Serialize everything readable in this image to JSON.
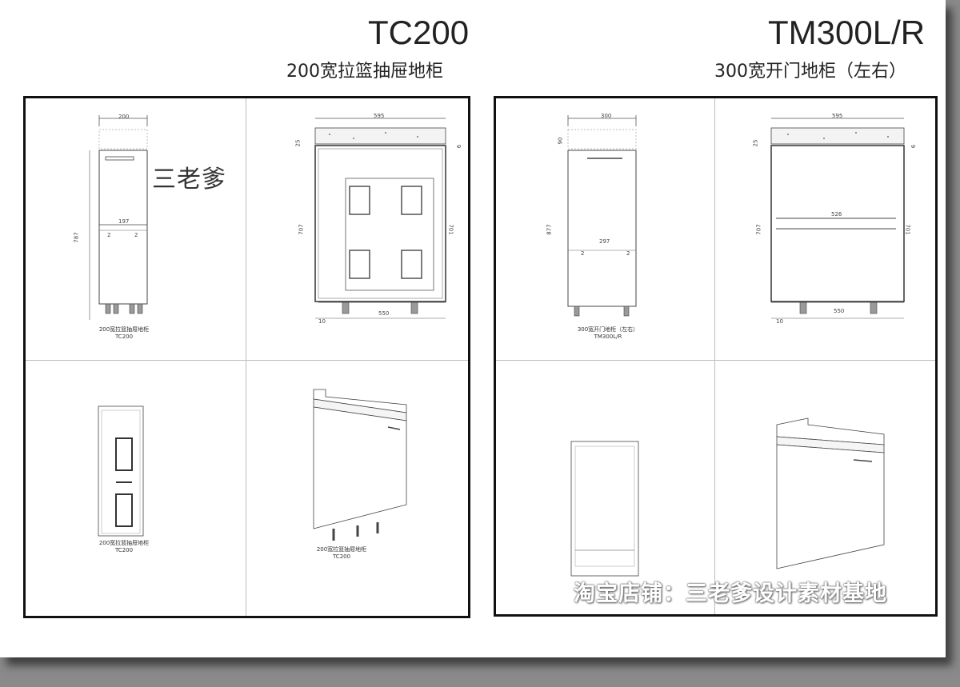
{
  "left": {
    "model": "TC200",
    "desc": "200宽拉篮抽屉地柜",
    "front_dims": {
      "width": "200",
      "height": "787",
      "inner": "197",
      "left_gap": "2",
      "right_gap": "2"
    },
    "side_dims": {
      "depth": "595",
      "height": "707",
      "inner_height": "701",
      "base": "550",
      "offset": "10",
      "top": "25",
      "side": "6"
    },
    "caption_front_1": "200宽拉篮抽屉地柜",
    "caption_front_2": "TC200",
    "caption_plan_1": "200宽拉篮抽屉地柜",
    "caption_plan_2": "TC200",
    "caption_iso_1": "200宽拉篮抽屉地柜",
    "caption_iso_2": "TC200"
  },
  "right": {
    "model": "TM300L/R",
    "desc": "300宽开门地柜（左右）",
    "front_dims": {
      "width": "300",
      "height": "877",
      "top": "90",
      "inner": "297",
      "left_gap": "2",
      "right_gap": "2"
    },
    "side_dims": {
      "depth": "595",
      "height": "707",
      "inner_height": "701",
      "shelf": "526",
      "base": "550",
      "offset": "10",
      "top": "25",
      "side": "6"
    },
    "caption_front_1": "300宽开门地柜（左右）",
    "caption_front_2": "TM300L/R"
  },
  "watermark_center": "三老爹",
  "watermark_shop": "淘宝店铺：三老爹设计素材基地"
}
